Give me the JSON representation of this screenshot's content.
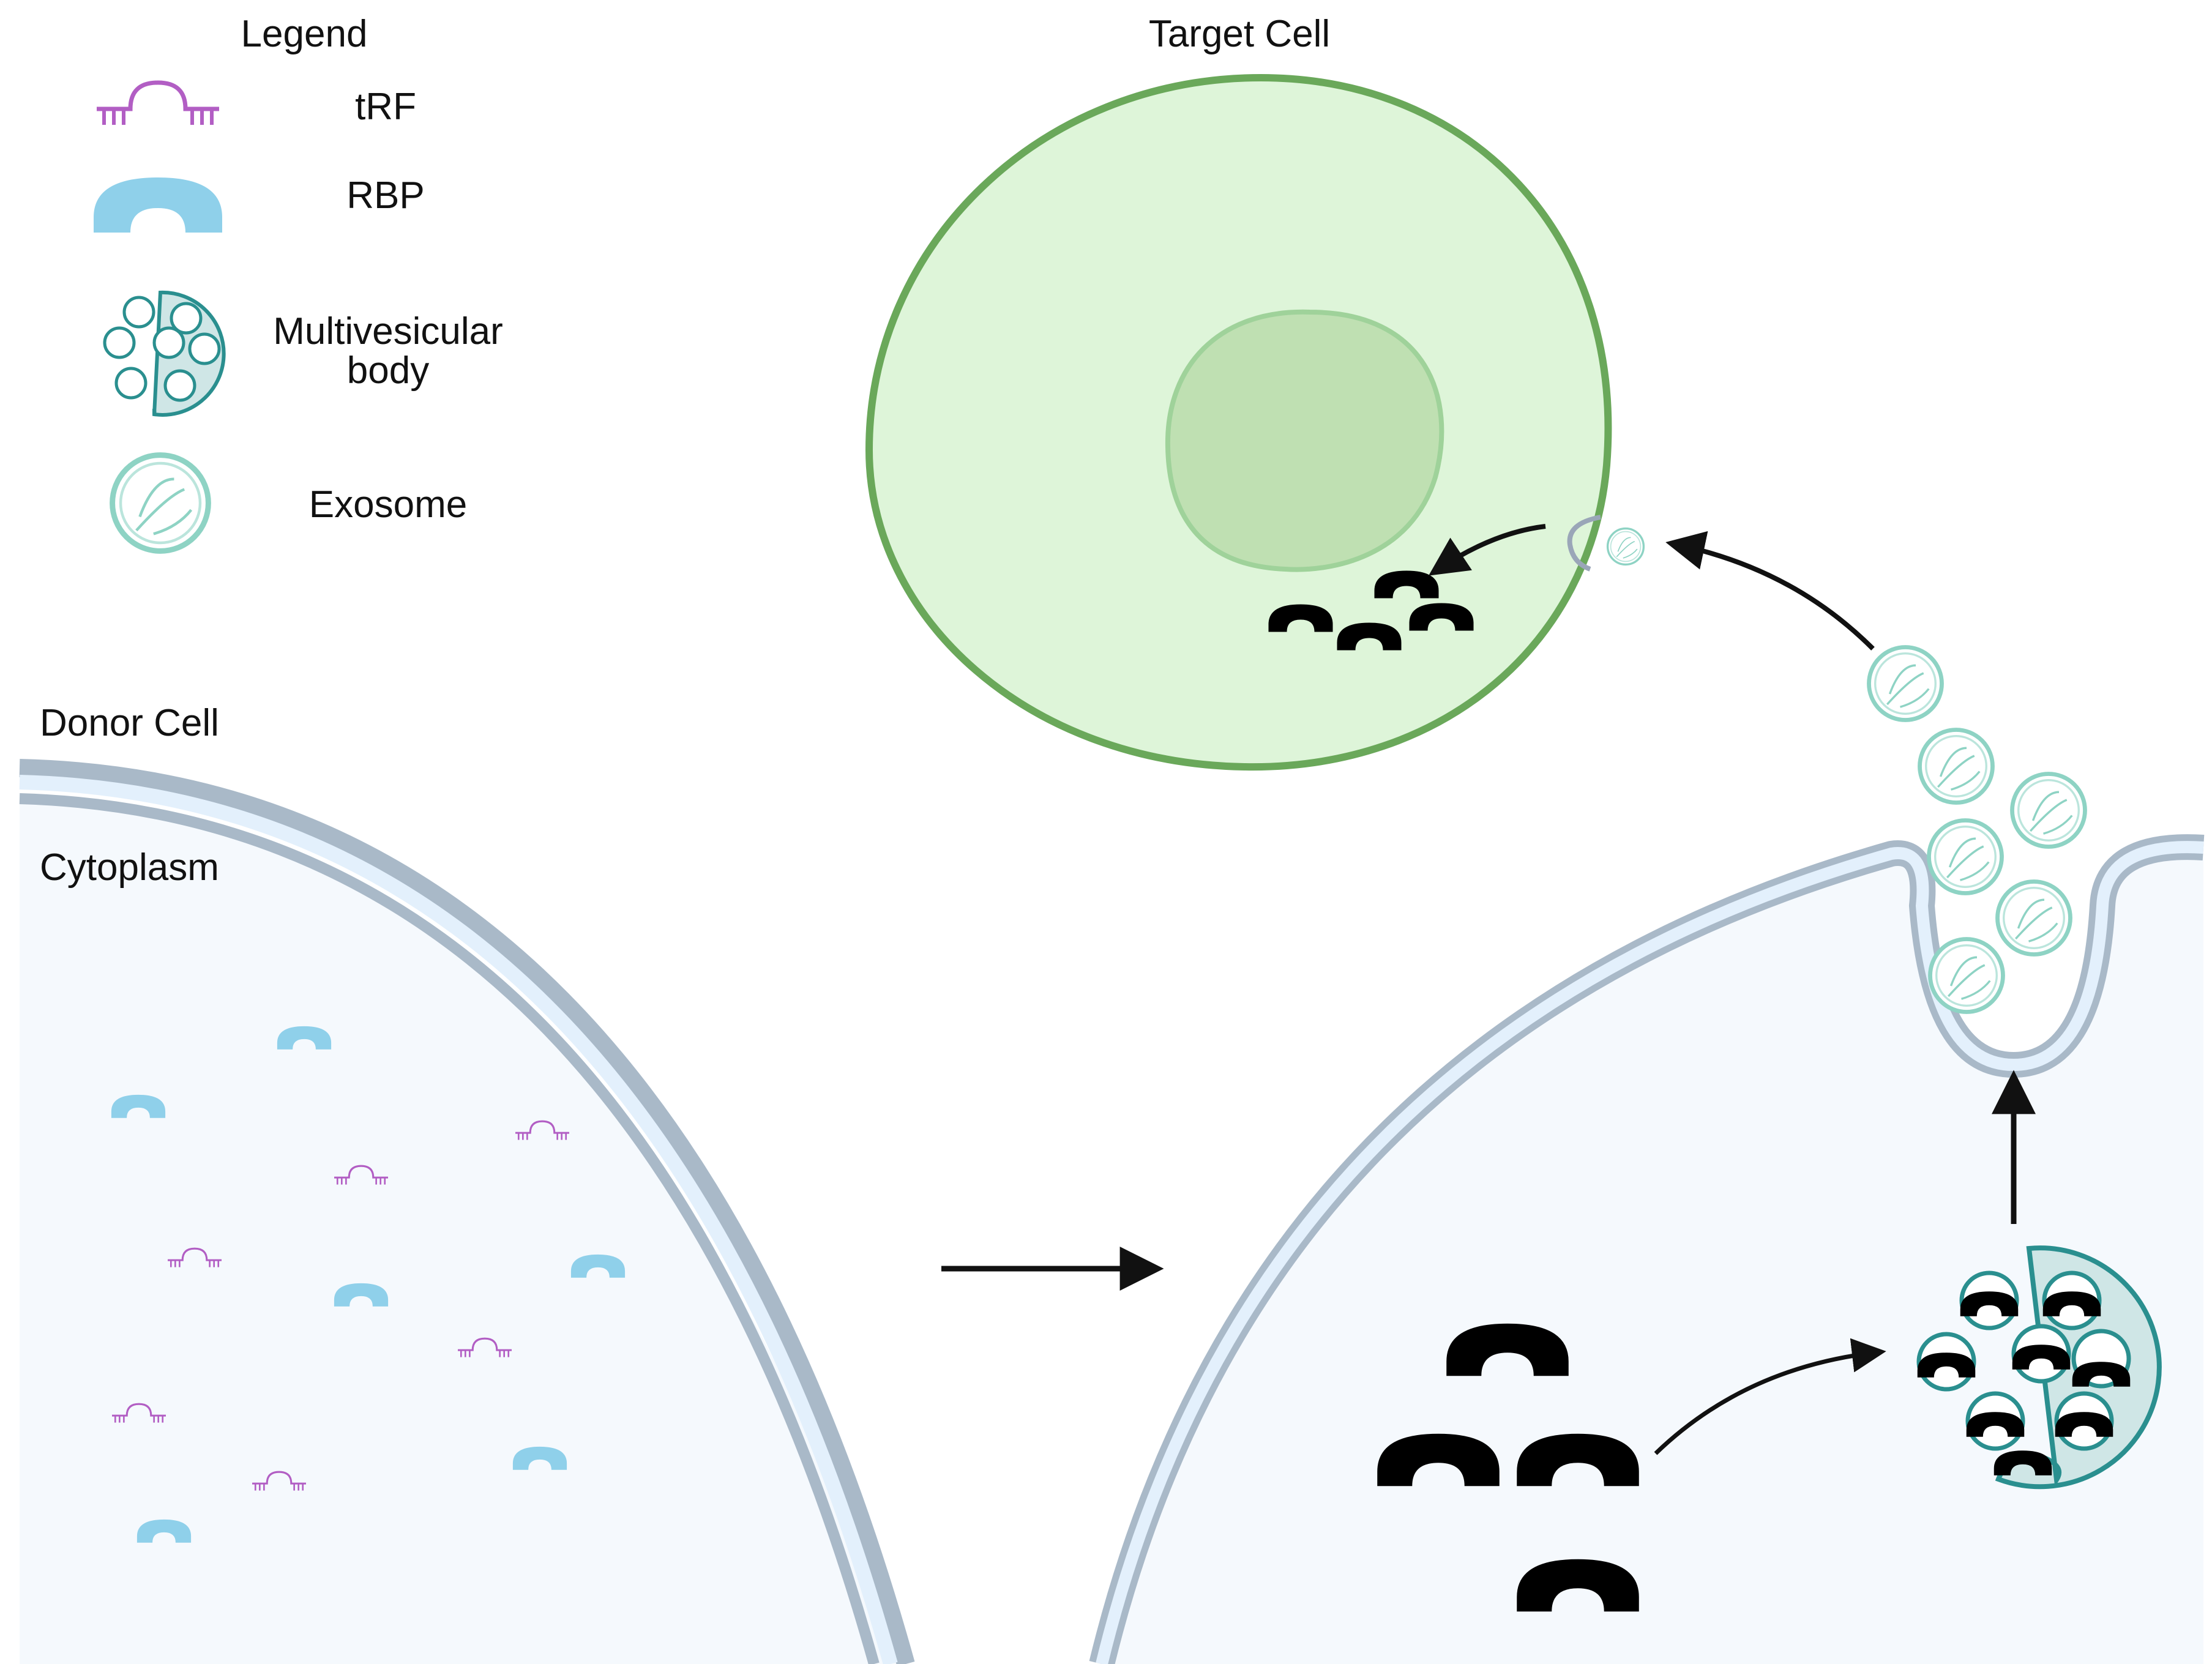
{
  "legend": {
    "title": "Legend",
    "items": [
      {
        "key": "trf",
        "label": "tRF",
        "icon": "trf-icon"
      },
      {
        "key": "rbp",
        "label": "RBP",
        "icon": "rbp-icon"
      },
      {
        "key": "mvb",
        "label_line1": "Multivesicular",
        "label_line2": "body",
        "icon": "multivesicular-body-icon"
      },
      {
        "key": "exosome",
        "label": "Exosome",
        "icon": "exosome-icon"
      }
    ]
  },
  "labels": {
    "target_cell": "Target Cell",
    "donor_cell": "Donor Cell",
    "cytoplasm": "Cytoplasm"
  },
  "colors": {
    "trf": "#b25ec4",
    "rbp": "#8fd0ea",
    "mvb_fill": "#cfe6e6",
    "mvb_stroke": "#2a8f8f",
    "exosome_stroke": "#8ed3c4",
    "target_cell_fill": "#def5d9",
    "target_cell_stroke": "#6aa85a",
    "nucleus_fill": "#bfe0b2",
    "nucleus_stroke": "#9fd29a",
    "donor_membrane": "#a9b9c8",
    "donor_membrane_inner": "#e3f0fc",
    "cytoplasm_fill": "#f5f9fd",
    "arrow": "#111111"
  }
}
